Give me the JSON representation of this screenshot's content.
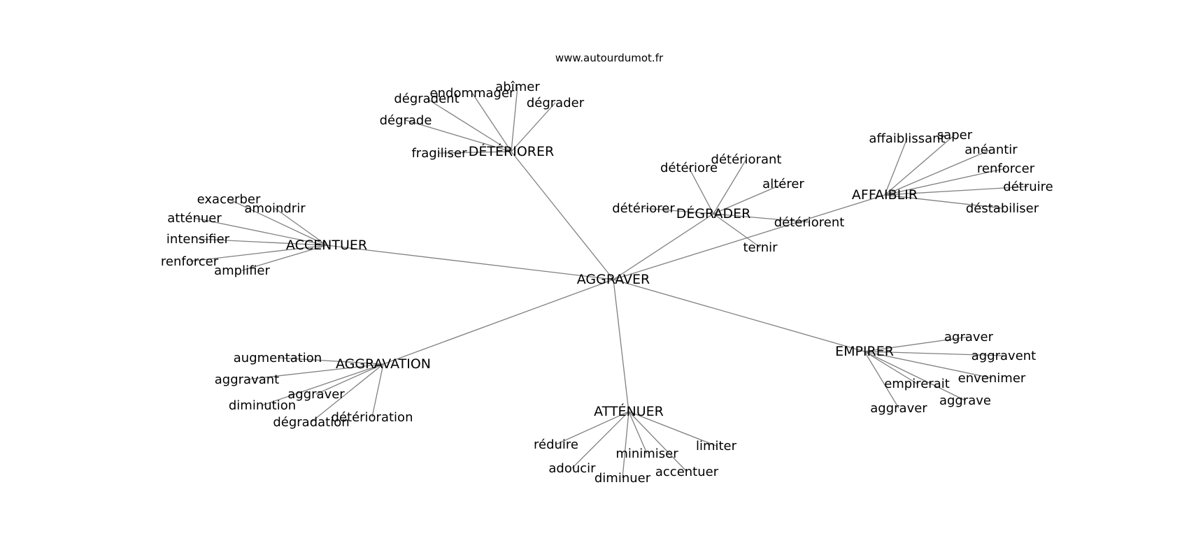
{
  "source": "www.autourdumot.fr",
  "graph": {
    "root": "AGGRAVER",
    "groups": [
      {
        "label": "DÉTÉRIORER",
        "words": [
          "dégradent",
          "endommager",
          "abîmer",
          "dégrader",
          "dégrade",
          "fragiliser"
        ]
      },
      {
        "label": "DÉGRADER",
        "words": [
          "détériore",
          "détériorant",
          "altérer",
          "détériorer",
          "détériorent",
          "ternir"
        ]
      },
      {
        "label": "AFFAIBLIR",
        "words": [
          "affaiblissant",
          "saper",
          "anéantir",
          "renforcer",
          "détruire",
          "déstabiliser"
        ]
      },
      {
        "label": "ACCENTUER",
        "words": [
          "exacerber",
          "amoindrir",
          "atténuer",
          "intensifier",
          "renforcer",
          "amplifier"
        ]
      },
      {
        "label": "EMPIRER",
        "words": [
          "agraver",
          "aggravent",
          "envenimer",
          "empirerait",
          "aggrave",
          "aggraver"
        ]
      },
      {
        "label": "AGGRAVATION",
        "words": [
          "augmentation",
          "aggravant",
          "aggraver",
          "diminution",
          "détérioration",
          "dégradation"
        ]
      },
      {
        "label": "ATTÉNUER",
        "words": [
          "réduire",
          "limiter",
          "minimiser",
          "adoucir",
          "accentuer",
          "diminuer"
        ]
      }
    ]
  }
}
